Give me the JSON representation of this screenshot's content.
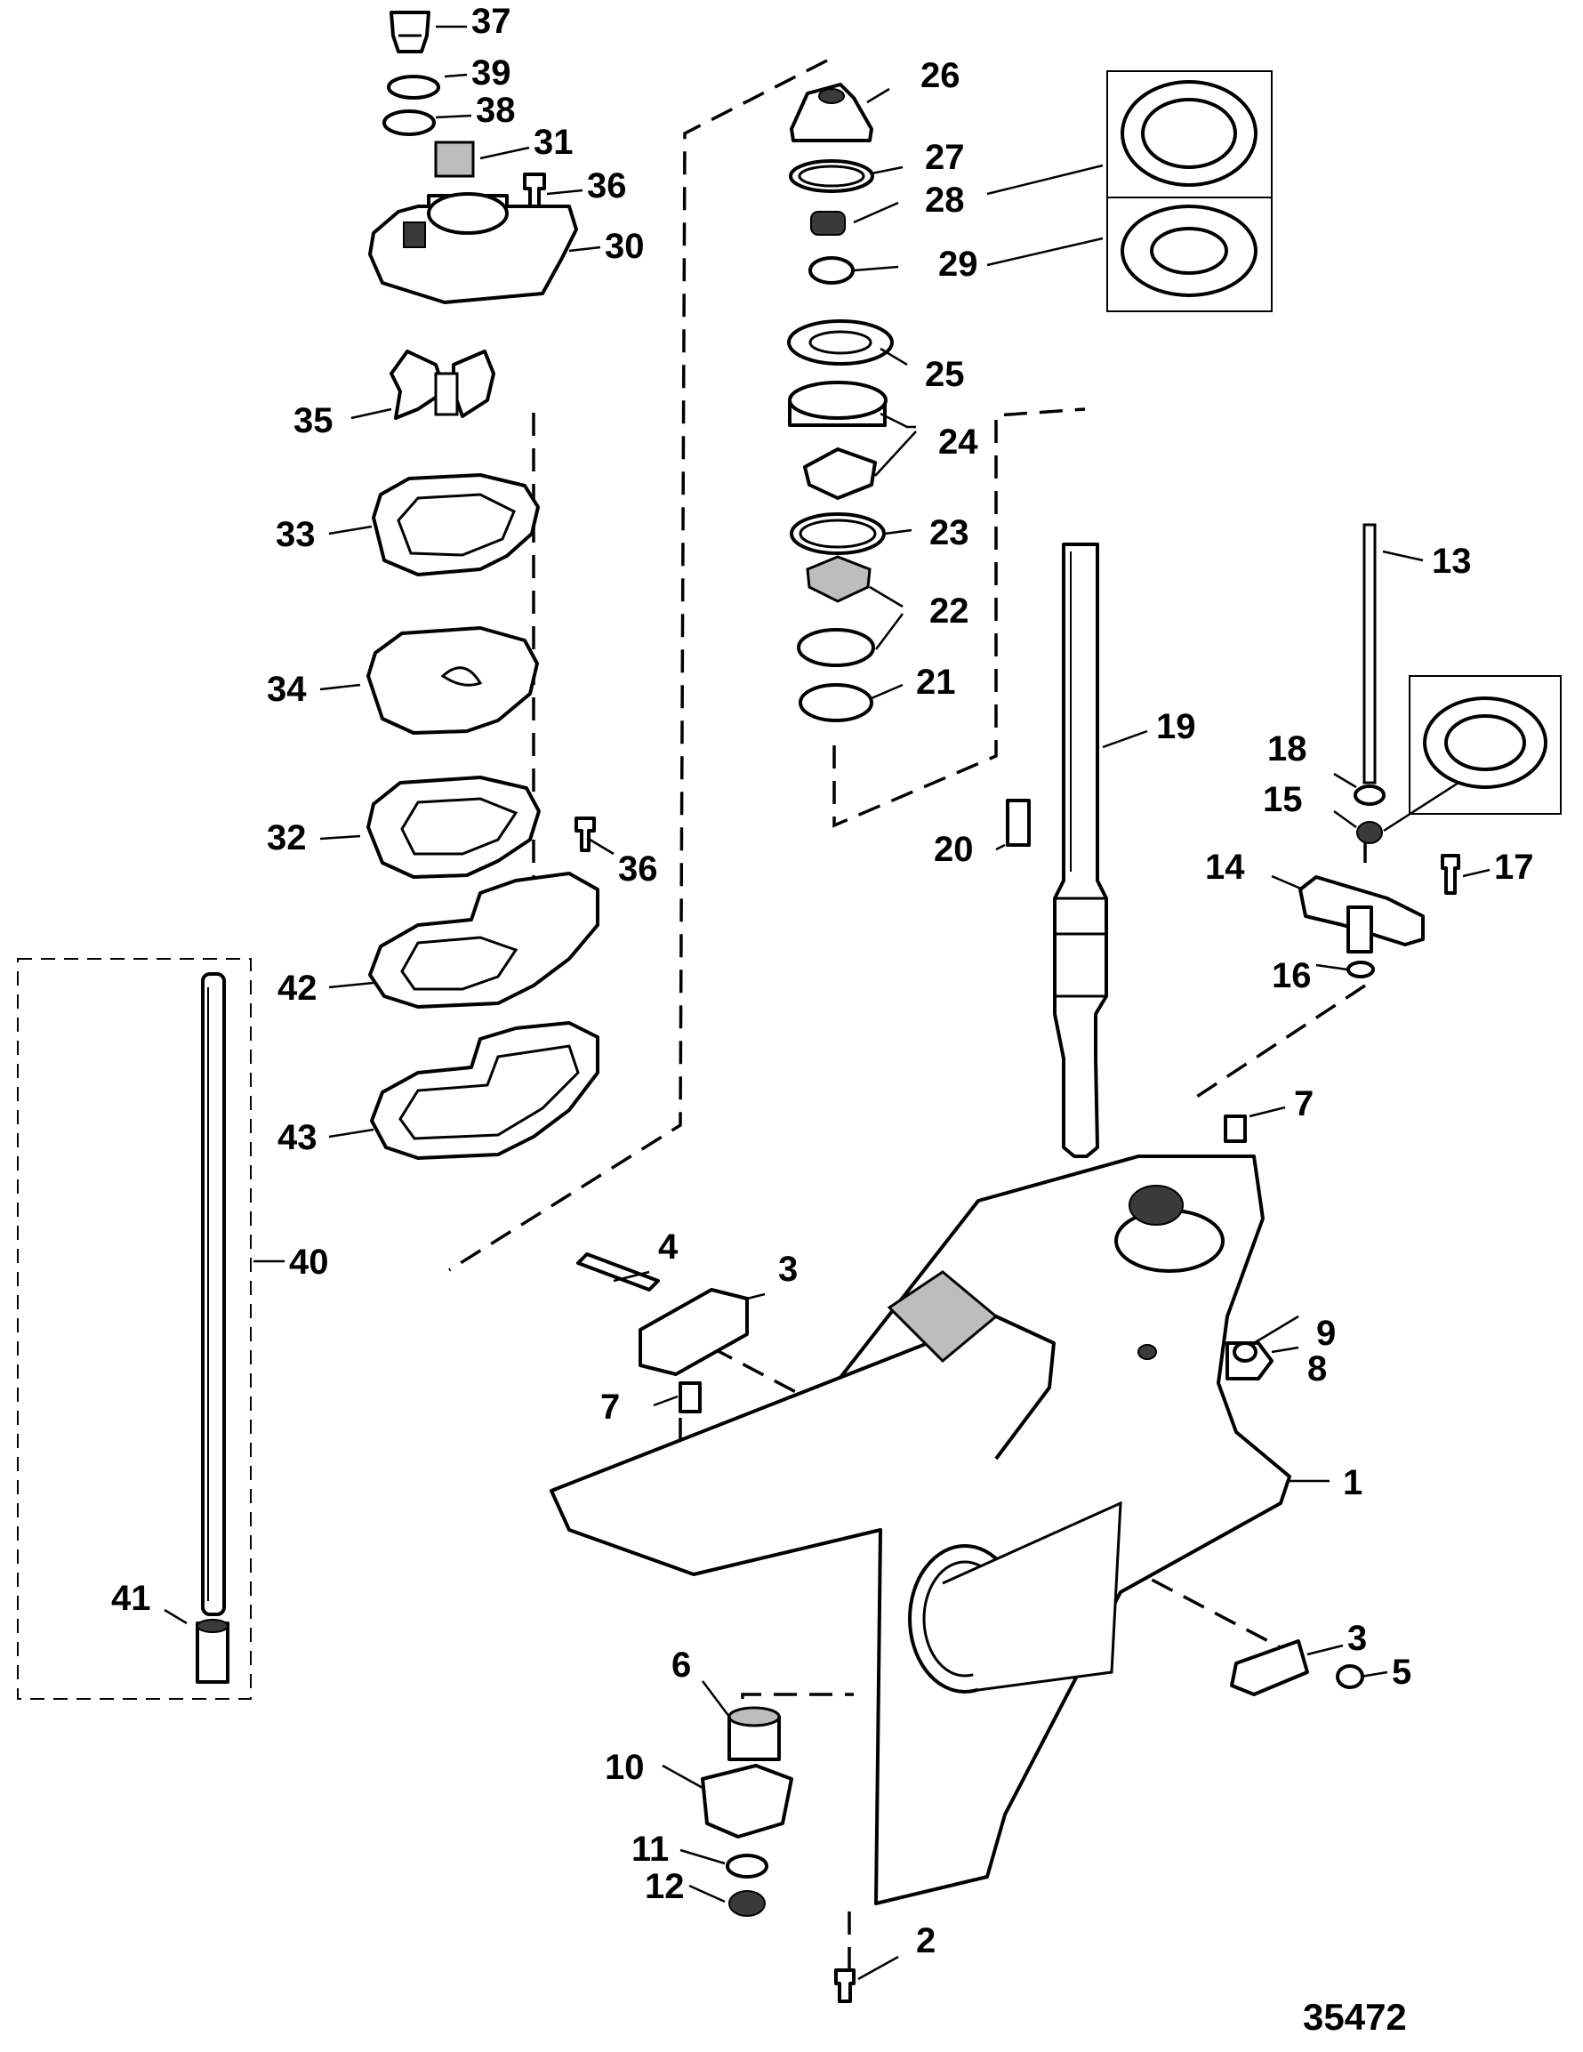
{
  "figure_number": "35472",
  "callouts": {
    "c1": "1",
    "c2": "2",
    "c3a": "3",
    "c3b": "3",
    "c4": "4",
    "c5": "5",
    "c6": "6",
    "c7a": "7",
    "c7b": "7",
    "c8": "8",
    "c9": "9",
    "c10": "10",
    "c11": "11",
    "c12": "12",
    "c13": "13",
    "c14": "14",
    "c15": "15",
    "c16": "16",
    "c17": "17",
    "c18": "18",
    "c19": "19",
    "c20": "20",
    "c21": "21",
    "c22": "22",
    "c23": "23",
    "c24": "24",
    "c25": "25",
    "c26": "26",
    "c27": "27",
    "c28": "28",
    "c29": "29",
    "c30": "30",
    "c31": "31",
    "c32": "32",
    "c33": "33",
    "c34": "34",
    "c35": "35",
    "c36a": "36",
    "c36b": "36",
    "c37": "37",
    "c38": "38",
    "c39": "39",
    "c40": "40",
    "c41": "41",
    "c42": "42",
    "c43": "43"
  }
}
